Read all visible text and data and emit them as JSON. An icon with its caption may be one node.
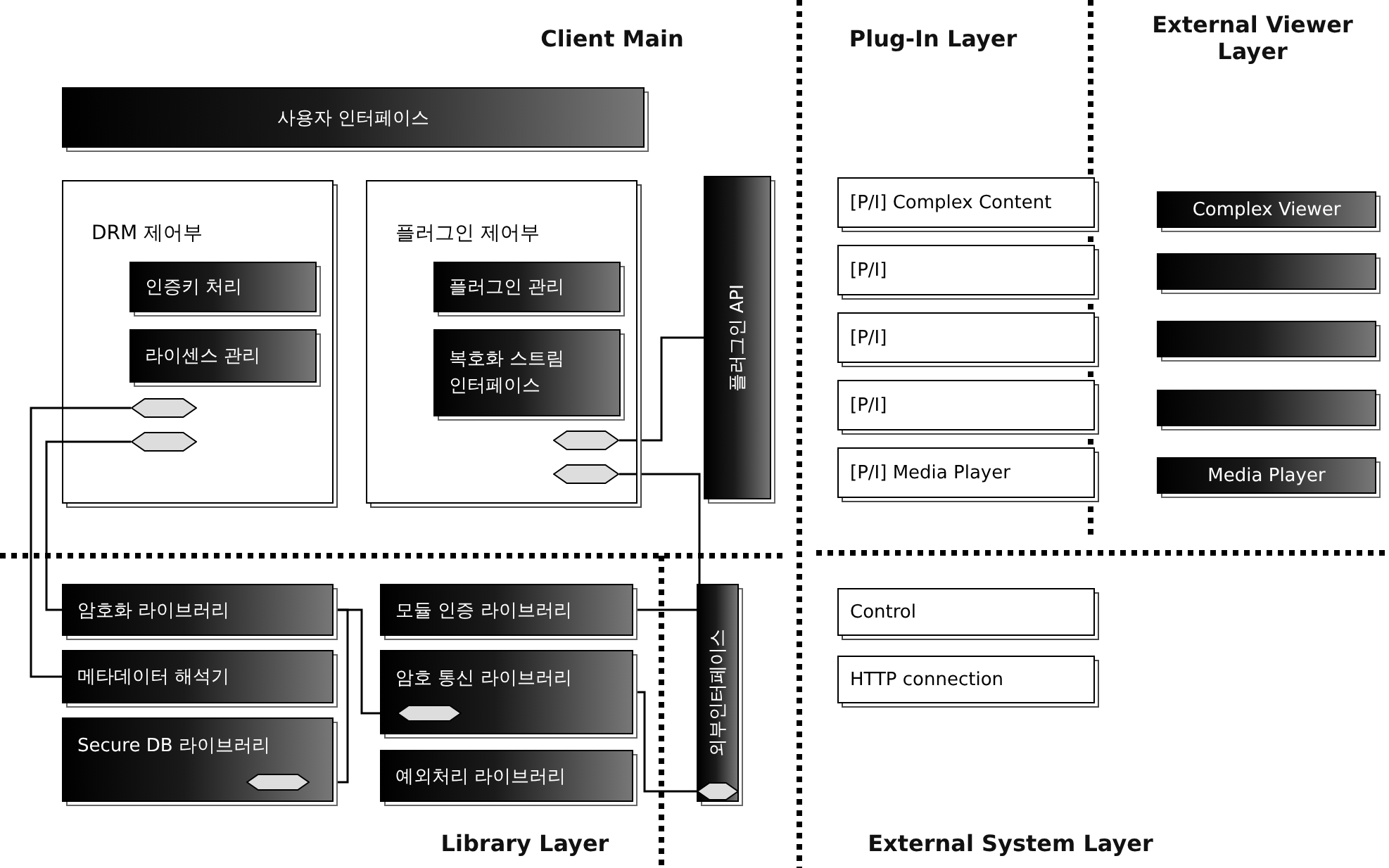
{
  "diagram": {
    "nodes": [
      {
        "text": [
          "사용자 인터페이스"
        ]
      },
      {
        "text": [
          "DRM 제어부"
        ]
      },
      {
        "text": [
          "인증키 처리"
        ],
        "in": 1
      },
      {
        "text": [
          "라이센스 관리"
        ],
        "in": 1
      },
      {
        "text": [],
        "shape": "hexagon",
        "in": 1
      },
      {
        "text": [],
        "shape": "hexagon",
        "in": 1
      },
      {
        "text": [
          "플러그인 제어부"
        ]
      },
      {
        "text": [
          "플러그인 관리"
        ],
        "in": 6
      },
      {
        "text": [
          "복호화 스트림 인터페이스"
        ],
        "in": 6
      },
      {
        "text": [],
        "shape": "hexagon",
        "in": 6
      },
      {
        "text": [],
        "shape": "hexagon",
        "in": 6
      },
      {
        "text": [
          "플러그인 API"
        ]
      },
      {
        "text": [
          "[P/I] Complex Content"
        ]
      },
      {
        "text": [
          "[P/I]"
        ]
      },
      {
        "text": [
          "[P/I]"
        ]
      },
      {
        "text": [
          "[P/I]"
        ]
      },
      {
        "text": [
          "[P/I] Media Player"
        ]
      },
      {
        "text": [
          "Complex Viewer"
        ]
      },
      {
        "text": [],
        "shape": "box"
      },
      {
        "text": [],
        "shape": "box"
      },
      {
        "text": [],
        "shape": "box"
      },
      {
        "text": [
          "Media Player"
        ]
      },
      {
        "text": [
          "암호화 라이브러리"
        ]
      },
      {
        "text": [
          "모듈 인증 라이브러리"
        ]
      },
      {
        "text": [
          "메타데이터 해석기"
        ]
      },
      {
        "text": [
          "암호 통신 라이브러리"
        ]
      },
      {
        "text": [],
        "shape": "hexagon",
        "in": 25
      },
      {
        "text": [
          "Secure DB 라이브러리"
        ]
      },
      {
        "text": [],
        "shape": "hexagon",
        "in": 27
      },
      {
        "text": [
          "예외처리 라이브러리"
        ]
      },
      {
        "text": [
          "외부인터페이스"
        ]
      },
      {
        "text": [],
        "shape": "hexagon",
        "in": 30
      },
      {
        "text": [
          "Control"
        ]
      },
      {
        "text": [
          "HTTP connection"
        ]
      }
    ],
    "edges": [
      {
        "from": 4,
        "to": 24,
        "arrow": "none"
      },
      {
        "from": 5,
        "to": 22,
        "arrow": "none"
      },
      {
        "from": 9,
        "to": 11,
        "arrow": "none"
      },
      {
        "from": 10,
        "to": 23,
        "arrow": "none"
      },
      {
        "from": 22,
        "to": 28,
        "arrow": "none"
      },
      {
        "from": 22,
        "to": 26,
        "arrow": "none"
      },
      {
        "from": 25,
        "to": 31,
        "arrow": "none"
      }
    ],
    "labels": [
      "Client Main",
      "Plug-In Layer",
      "External Viewer Layer",
      "Library Layer",
      "External System Layer"
    ]
  }
}
